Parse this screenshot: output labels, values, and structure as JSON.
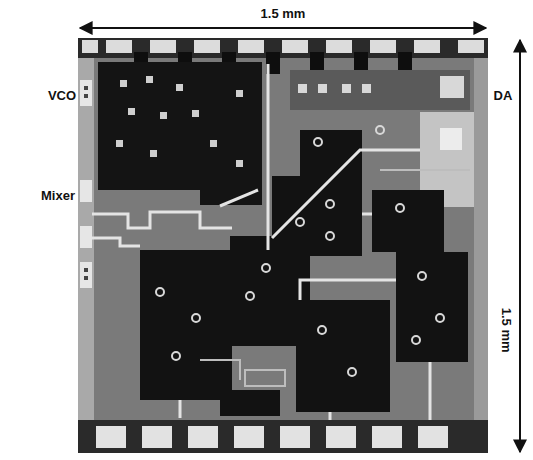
{
  "diagram": {
    "labels": [
      "1.5 mm",
      "VCO",
      "Mixer",
      "DA",
      "1.5 mm"
    ]
  }
}
